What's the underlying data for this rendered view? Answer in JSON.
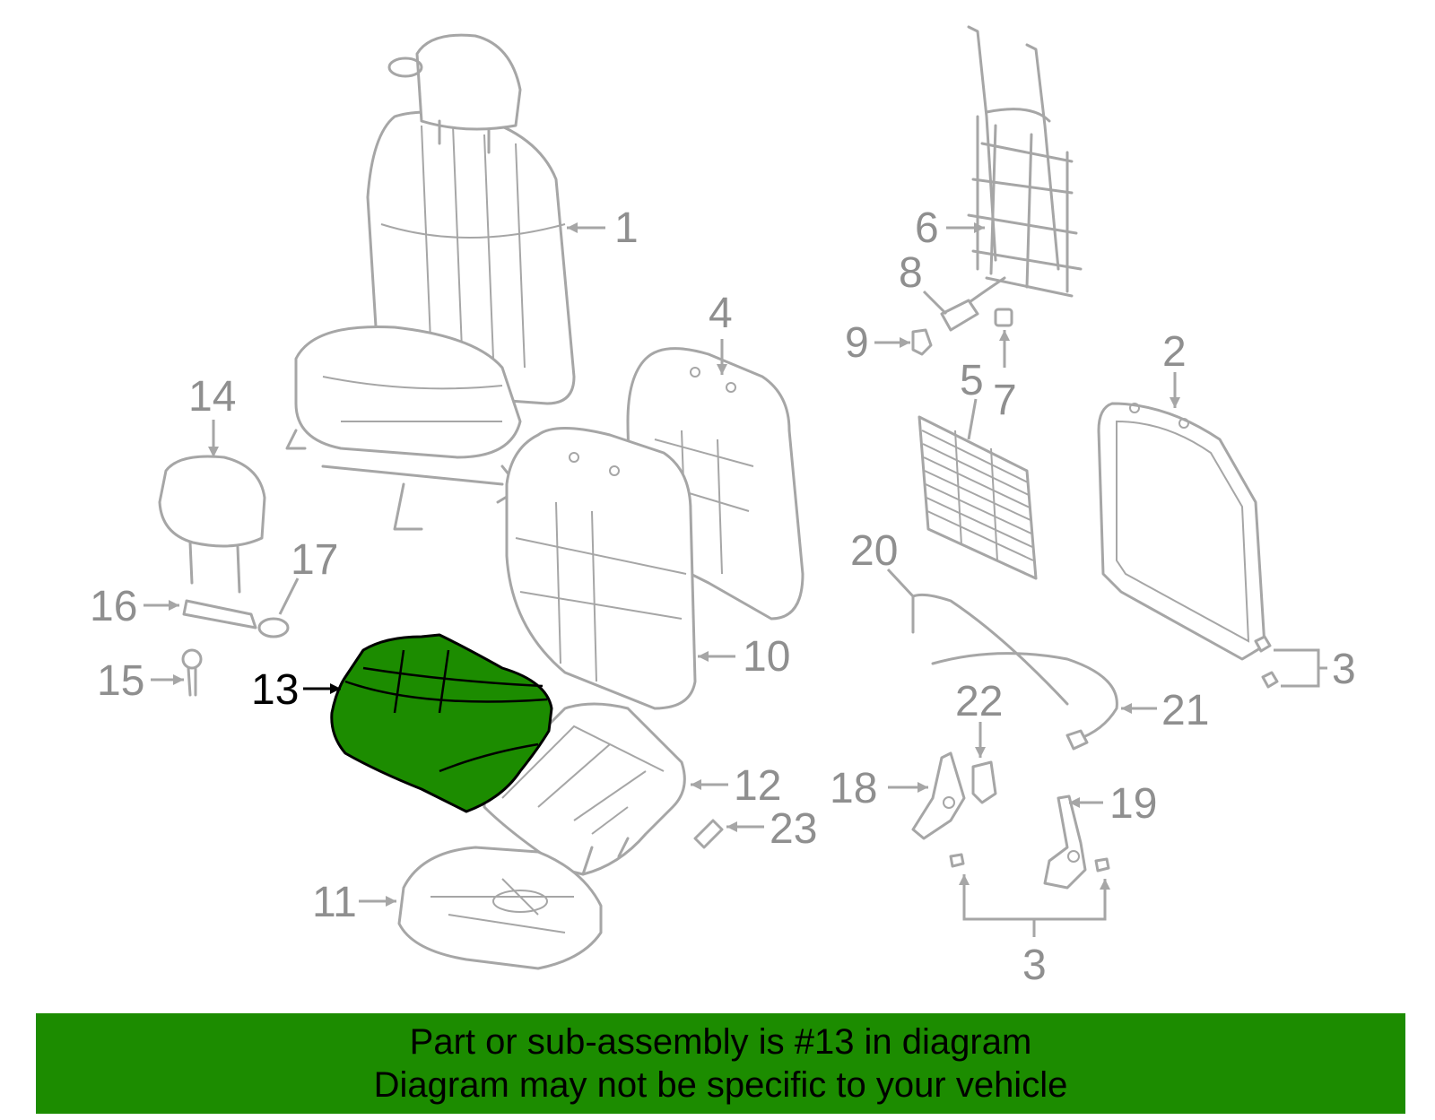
{
  "diagram": {
    "callouts": {
      "c1": "1",
      "c2": "2",
      "c3a": "3",
      "c3b": "3",
      "c4": "4",
      "c5": "5",
      "c6": "6",
      "c7": "7",
      "c8": "8",
      "c9": "9",
      "c10": "10",
      "c11": "11",
      "c12": "12",
      "c13": "13",
      "c14": "14",
      "c15": "15",
      "c16": "16",
      "c17": "17",
      "c18": "18",
      "c19": "19",
      "c20": "20",
      "c21": "21",
      "c22": "22",
      "c23": "23"
    },
    "highlighted_part": "13",
    "colors": {
      "highlight": "#1c8c00",
      "parts": "#a6a6a6",
      "labels": "#8f8f8f"
    }
  },
  "banner": {
    "line1": "Part or sub-assembly is #13 in diagram",
    "line2": "Diagram may not be specific to your vehicle"
  }
}
